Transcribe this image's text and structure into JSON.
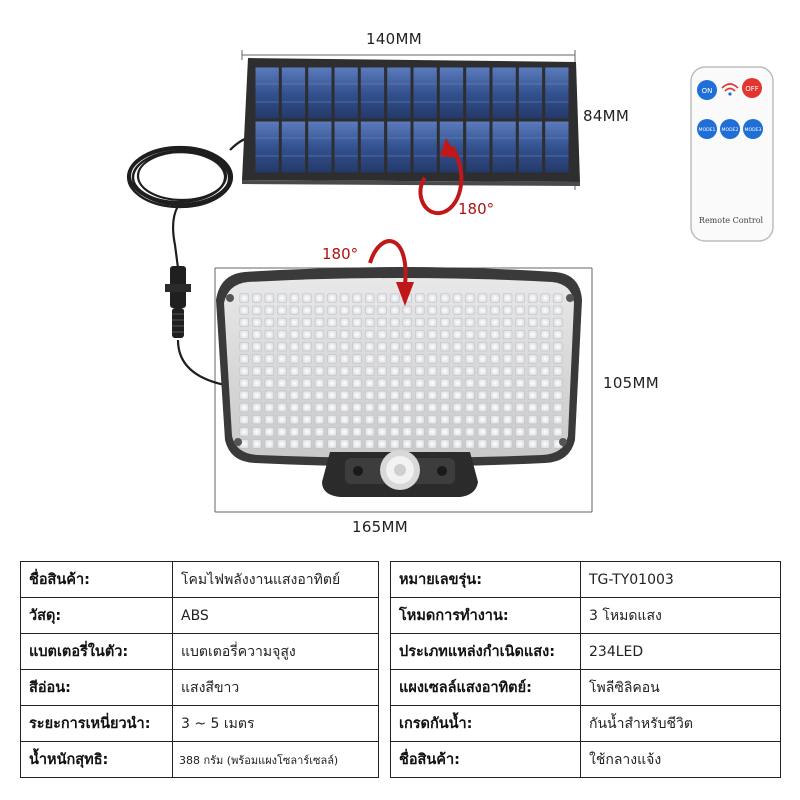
{
  "dimensions": {
    "panel_width": "140MM",
    "panel_height": "84MM",
    "lamp_height": "105MM",
    "lamp_width": "165MM"
  },
  "rotation": {
    "panel": "180°",
    "lamp": "180°"
  },
  "remote": {
    "on_label": "ON",
    "off_label": "OFF",
    "mode1_label": "MODE1",
    "mode2_label": "MODE2",
    "mode3_label": "MODE3",
    "caption": "Remote Control"
  },
  "colors": {
    "arrow": "#c01818",
    "remote_button_blue": "#1f6fd6",
    "remote_button_red": "#e3342f",
    "led": "#f4f4f2",
    "panel_cell": "#3e5fa0"
  },
  "specs_left": [
    {
      "key": "ชื่อสินค้า:",
      "value": "โคมไฟพลังงานแสงอาทิตย์"
    },
    {
      "key": "วัสดุ:",
      "value": "ABS"
    },
    {
      "key": "แบตเตอรี่ในตัว:",
      "value": "แบตเตอรี่ความจุสูง"
    },
    {
      "key": "สีอ่อน:",
      "value": "แสงสีขาว"
    },
    {
      "key": "ระยะการเหนี่ยวนำ:",
      "value": "3 ~ 5 เมตร"
    },
    {
      "key": "น้ำหนักสุทธิ:",
      "value": "388 กรัม (พร้อมแผงโซลาร์เซลล์)"
    }
  ],
  "specs_right": [
    {
      "key": "หมายเลขรุ่น:",
      "value": "TG-TY01003"
    },
    {
      "key": "โหมดการทำงาน:",
      "value": "3 โหมดแสง"
    },
    {
      "key": "ประเภทแหล่งกำเนิดแสง:",
      "value": "234LED"
    },
    {
      "key": "แผงเซลล์แสงอาทิตย์:",
      "value": "โพลีซิลิคอน"
    },
    {
      "key": "เกรดกันน้ำ:",
      "value": "กันน้ำสำหรับชีวิต"
    },
    {
      "key": "ชื่อสินค้า:",
      "value": "ใช้กลางแจ้ง"
    }
  ]
}
